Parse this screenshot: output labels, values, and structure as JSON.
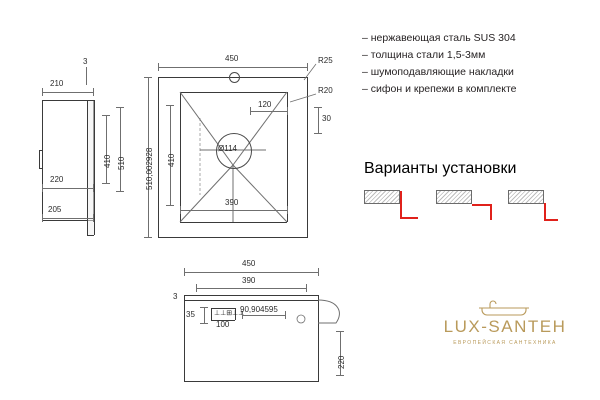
{
  "specs": [
    "– нержавеющая сталь SUS 304",
    "– толщина стали 1,5-3мм",
    "– шумоподавляющие накладки",
    "– сифон и крепежи в комплекте"
  ],
  "variants": {
    "title": "Варианты установки",
    "count": 3
  },
  "brand": {
    "name": "LUX-SANTEH",
    "tagline": "ЕВРОПЕЙСКАЯ САНТЕХНИКА",
    "color": "#b99a5b"
  },
  "views": {
    "side": {
      "name": "side-view",
      "dims": {
        "thickness": "3",
        "top_width": "210",
        "inner_height": "410",
        "outer_height": "510",
        "mid_width": "220",
        "bottom_width": "205"
      }
    },
    "top": {
      "name": "top-view",
      "dims": {
        "width": "450",
        "radius_big": "R25",
        "radius_small": "R20",
        "depth_total": "510,002928",
        "bowl_height": "410",
        "bowl_width": "390",
        "drain": "Ø114",
        "offset_v": "120",
        "edge": "30"
      }
    },
    "front": {
      "name": "front-view",
      "dims": {
        "width": "450",
        "inner_width": "390",
        "thickness": "3",
        "left_offset": "35",
        "small": "100",
        "chain": "90,904595",
        "height": "220"
      }
    }
  },
  "colors": {
    "line": "#3a3a3a",
    "thin_line": "#6f6f6f",
    "red": "#e0211b",
    "panel": "#d9d9d9"
  }
}
